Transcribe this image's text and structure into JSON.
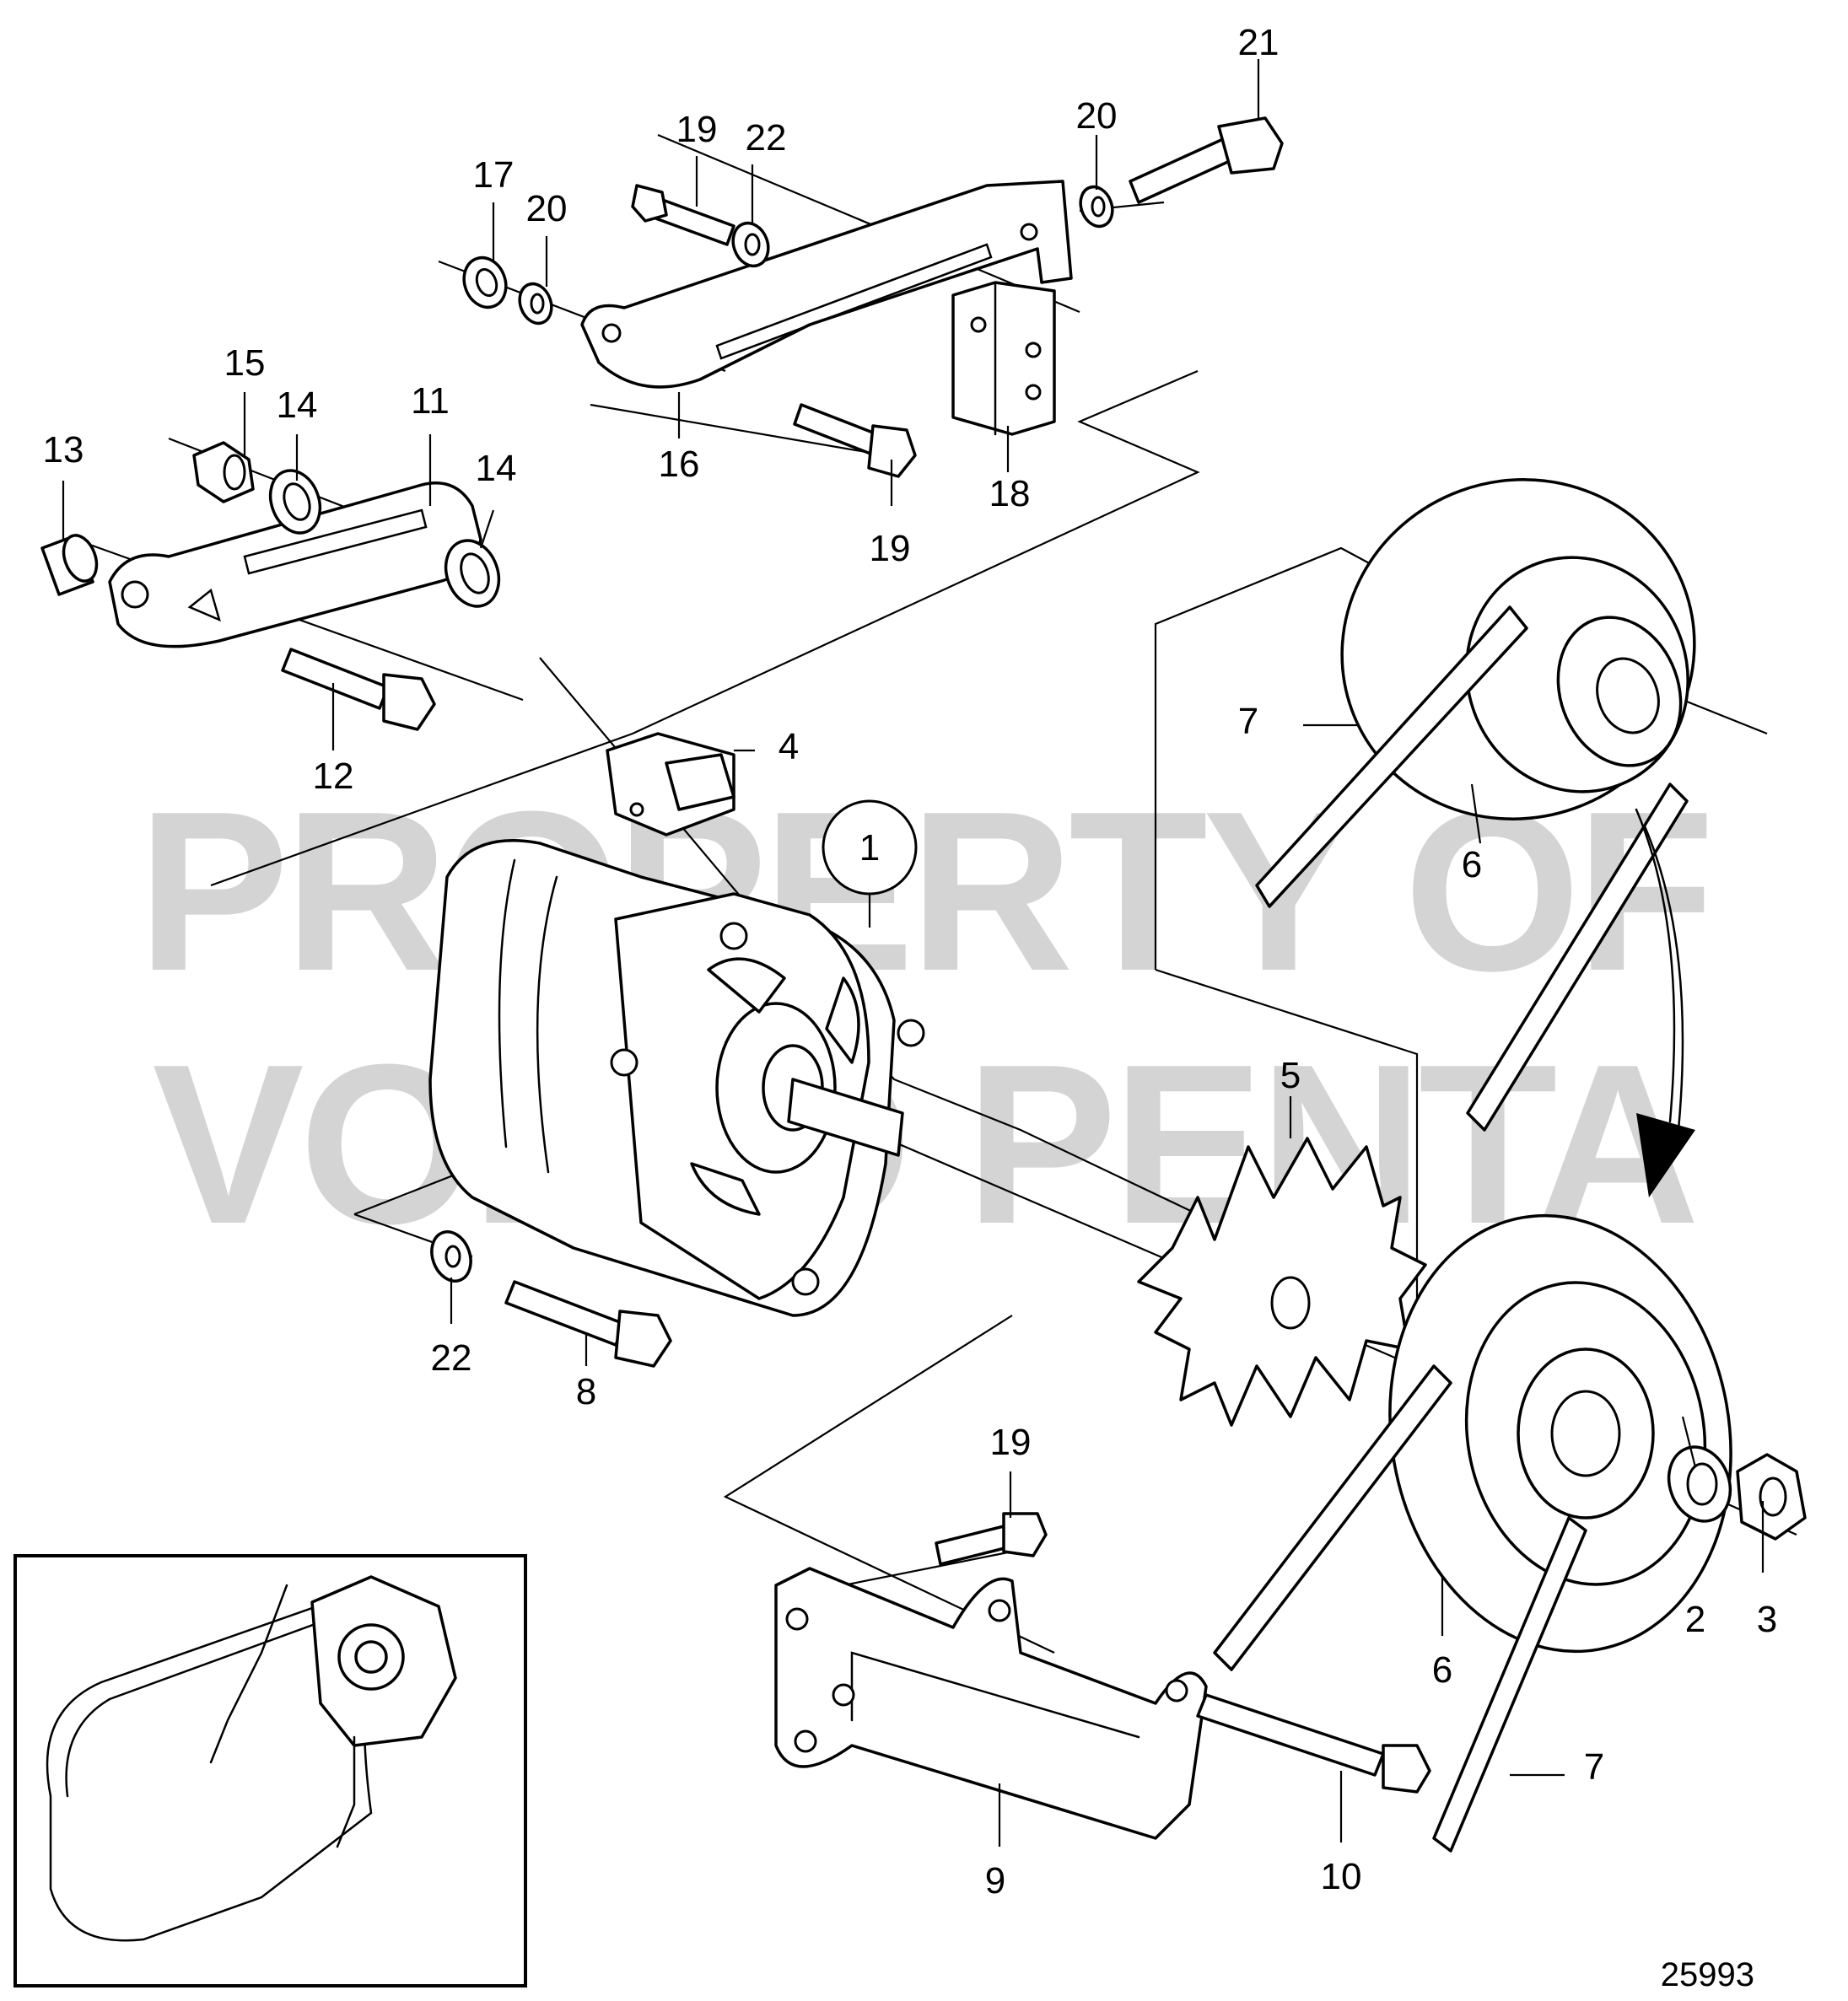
{
  "watermark": {
    "line1": "PROPERTY OF",
    "line2": "VOLVO PENTA",
    "color": "#d4d4d4"
  },
  "drawing_number": "25993",
  "callouts": [
    {
      "id": "c1",
      "text": "1"
    },
    {
      "id": "c2",
      "text": "2"
    },
    {
      "id": "c3",
      "text": "3"
    },
    {
      "id": "c4",
      "text": "4"
    },
    {
      "id": "c5",
      "text": "5"
    },
    {
      "id": "c6a",
      "text": "6"
    },
    {
      "id": "c6b",
      "text": "6"
    },
    {
      "id": "c7a",
      "text": "7"
    },
    {
      "id": "c7b",
      "text": "7"
    },
    {
      "id": "c8",
      "text": "8"
    },
    {
      "id": "c9",
      "text": "9"
    },
    {
      "id": "c10",
      "text": "10"
    },
    {
      "id": "c11",
      "text": "11"
    },
    {
      "id": "c12",
      "text": "12"
    },
    {
      "id": "c13",
      "text": "13"
    },
    {
      "id": "c14a",
      "text": "14"
    },
    {
      "id": "c14b",
      "text": "14"
    },
    {
      "id": "c15",
      "text": "15"
    },
    {
      "id": "c16",
      "text": "16"
    },
    {
      "id": "c17",
      "text": "17"
    },
    {
      "id": "c18",
      "text": "18"
    },
    {
      "id": "c19a",
      "text": "19"
    },
    {
      "id": "c19b",
      "text": "19"
    },
    {
      "id": "c19c",
      "text": "19"
    },
    {
      "id": "c20a",
      "text": "20"
    },
    {
      "id": "c20b",
      "text": "20"
    },
    {
      "id": "c21",
      "text": "21"
    },
    {
      "id": "c22a",
      "text": "22"
    },
    {
      "id": "c22b",
      "text": "22"
    }
  ]
}
